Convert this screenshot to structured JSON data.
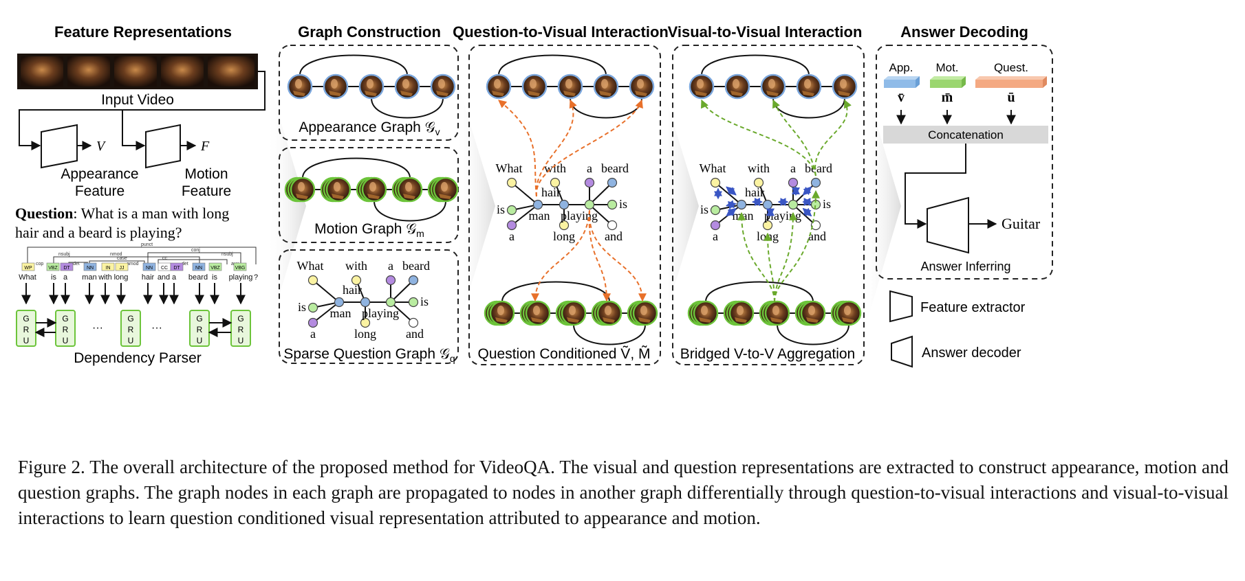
{
  "sections": {
    "feature_repr": "Feature Representations",
    "graph_construction": "Graph Construction",
    "q2v": "Question-to-Visual Interaction",
    "v2v": "Visual-to-Visual Interaction",
    "answer_decoding": "Answer Decoding"
  },
  "feature": {
    "input_video": "Input Video",
    "V": "V",
    "F": "F",
    "appearance": [
      "Appearance",
      "Feature"
    ],
    "motion": [
      "Motion",
      "Feature"
    ],
    "question_bold": "Question",
    "question_rest": ": What is a man with long",
    "question_line2": "hair and a beard is playing?",
    "parser": "Dependency Parser",
    "gru": [
      "G",
      "R",
      "U"
    ],
    "ellipsis": "···",
    "pos_tags": [
      "WP",
      "VBZ",
      "DT",
      "NN",
      "IN",
      "JJ",
      "NN",
      "CC",
      "DT",
      "NN",
      "VBZ",
      "VBG"
    ],
    "tokens": [
      "What",
      "is",
      "a",
      "man",
      "with",
      "long",
      "hair",
      "and",
      "a",
      "beard",
      "is",
      "playing",
      "?"
    ],
    "dep_labels": [
      "punct",
      "conj",
      "nsubj",
      "nmod",
      "case",
      "cop",
      "det",
      "amod",
      "cc",
      "det",
      "nsubj",
      "aux"
    ]
  },
  "graphs": {
    "appearance": "Appearance Graph 𝒢",
    "appearance_sub": "v",
    "motion": "Motion Graph 𝒢",
    "motion_sub": "m",
    "question": "Sparse Question Graph 𝒢",
    "question_sub": "q",
    "words": [
      "What",
      "with",
      "a",
      "beard",
      "hair",
      "is",
      "man",
      "playing",
      "is",
      "a",
      "long",
      "and"
    ]
  },
  "q2v": {
    "caption": "Question Conditioned Ṽ, M̃"
  },
  "v2v": {
    "caption": "Bridged V-to-V Aggregation"
  },
  "answer": {
    "app": "App.",
    "mot": "Mot.",
    "quest": "Quest.",
    "v_bar": "v̄",
    "m_bar": "m̄",
    "u_bar": "ū",
    "concat": "Concatenation",
    "output": "Guitar",
    "inferring": "Answer Inferring",
    "legend_extractor": "Feature extractor",
    "legend_decoder": "Answer decoder"
  },
  "colors": {
    "yellow": "#fbf3a2",
    "green": "#b9eca0",
    "blue": "#8fb3e0",
    "purple": "#b48be0",
    "white": "#ffffff",
    "orange_arrow": "#e8702a",
    "green_arrow": "#6aa92c",
    "blue_arrow": "#3a56c4",
    "app_bar": "#8fbbe8",
    "mot_bar": "#9bd66f",
    "quest_bar": "#f4a982",
    "concat_bg": "#d8d8d8"
  },
  "caption": "Figure 2. The overall architecture of the proposed method for VideoQA. The visual and question representations are extracted to construct appearance, motion and question graphs. The graph nodes in each graph are propagated to nodes in another graph differentially through question-to-visual interactions and visual-to-visual interactions to learn question conditioned visual representation attributed to appearance and motion."
}
